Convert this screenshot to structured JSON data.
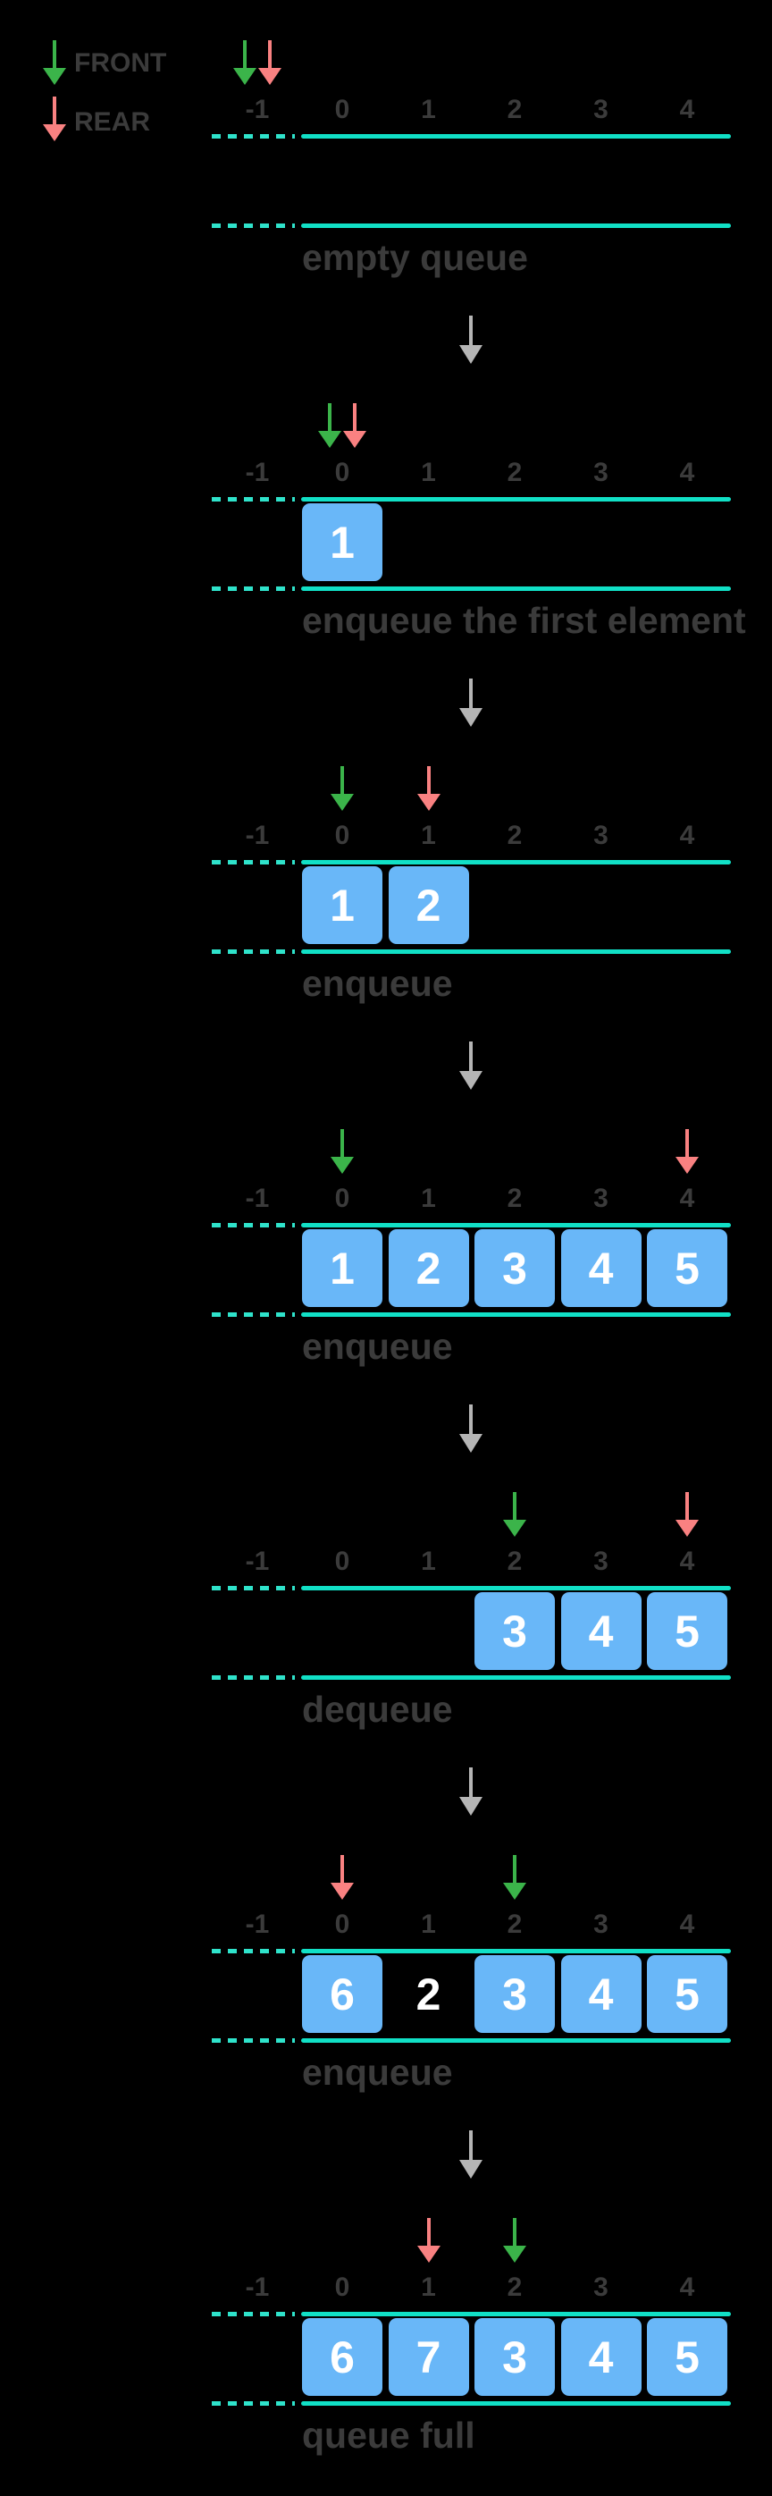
{
  "title": "circular queue operations diagram",
  "legend": {
    "front_label": "FRONT",
    "rear_label": "REAR"
  },
  "colors": {
    "teal": "#11e0c6",
    "teal_dash": "#2fe3cb",
    "blue": "#69b7f8",
    "green": "#3bb44a",
    "red": "#f98181",
    "gray_arrow": "#b5b5b5",
    "text_dark": "#3b3b3b",
    "white": "#ffffff"
  },
  "index_labels": [
    "-1",
    "0",
    "1",
    "2",
    "3",
    "4"
  ],
  "sections": [
    {
      "caption": "empty queue",
      "front_slot": -1,
      "rear_slot": -1,
      "paired": true,
      "cells": []
    },
    {
      "caption": "enqueue the first element",
      "front_slot": 0,
      "rear_slot": 0,
      "paired": true,
      "cells": [
        {
          "slot": 0,
          "value": "1",
          "ghost": false
        }
      ]
    },
    {
      "caption": "enqueue",
      "front_slot": 0,
      "rear_slot": 1,
      "paired": false,
      "cells": [
        {
          "slot": 0,
          "value": "1",
          "ghost": false
        },
        {
          "slot": 1,
          "value": "2",
          "ghost": false
        }
      ]
    },
    {
      "caption": "enqueue",
      "front_slot": 0,
      "rear_slot": 4,
      "paired": false,
      "cells": [
        {
          "slot": 0,
          "value": "1",
          "ghost": false
        },
        {
          "slot": 1,
          "value": "2",
          "ghost": false
        },
        {
          "slot": 2,
          "value": "3",
          "ghost": false
        },
        {
          "slot": 3,
          "value": "4",
          "ghost": false
        },
        {
          "slot": 4,
          "value": "5",
          "ghost": false
        }
      ]
    },
    {
      "caption": "dequeue",
      "front_slot": 2,
      "rear_slot": 4,
      "paired": false,
      "cells": [
        {
          "slot": 2,
          "value": "3",
          "ghost": false
        },
        {
          "slot": 3,
          "value": "4",
          "ghost": false
        },
        {
          "slot": 4,
          "value": "5",
          "ghost": false
        }
      ]
    },
    {
      "caption": "enqueue",
      "front_slot": 2,
      "rear_slot": 0,
      "paired": false,
      "cells": [
        {
          "slot": 0,
          "value": "6",
          "ghost": false
        },
        {
          "slot": 1,
          "value": "2",
          "ghost": true
        },
        {
          "slot": 2,
          "value": "3",
          "ghost": false
        },
        {
          "slot": 3,
          "value": "4",
          "ghost": false
        },
        {
          "slot": 4,
          "value": "5",
          "ghost": false
        }
      ]
    },
    {
      "caption": "queue full",
      "front_slot": 2,
      "rear_slot": 1,
      "paired": false,
      "cells": [
        {
          "slot": 0,
          "value": "6",
          "ghost": false
        },
        {
          "slot": 1,
          "value": "7",
          "ghost": false
        },
        {
          "slot": 2,
          "value": "3",
          "ghost": false
        },
        {
          "slot": 3,
          "value": "4",
          "ghost": false
        },
        {
          "slot": 4,
          "value": "5",
          "ghost": false
        }
      ]
    }
  ]
}
